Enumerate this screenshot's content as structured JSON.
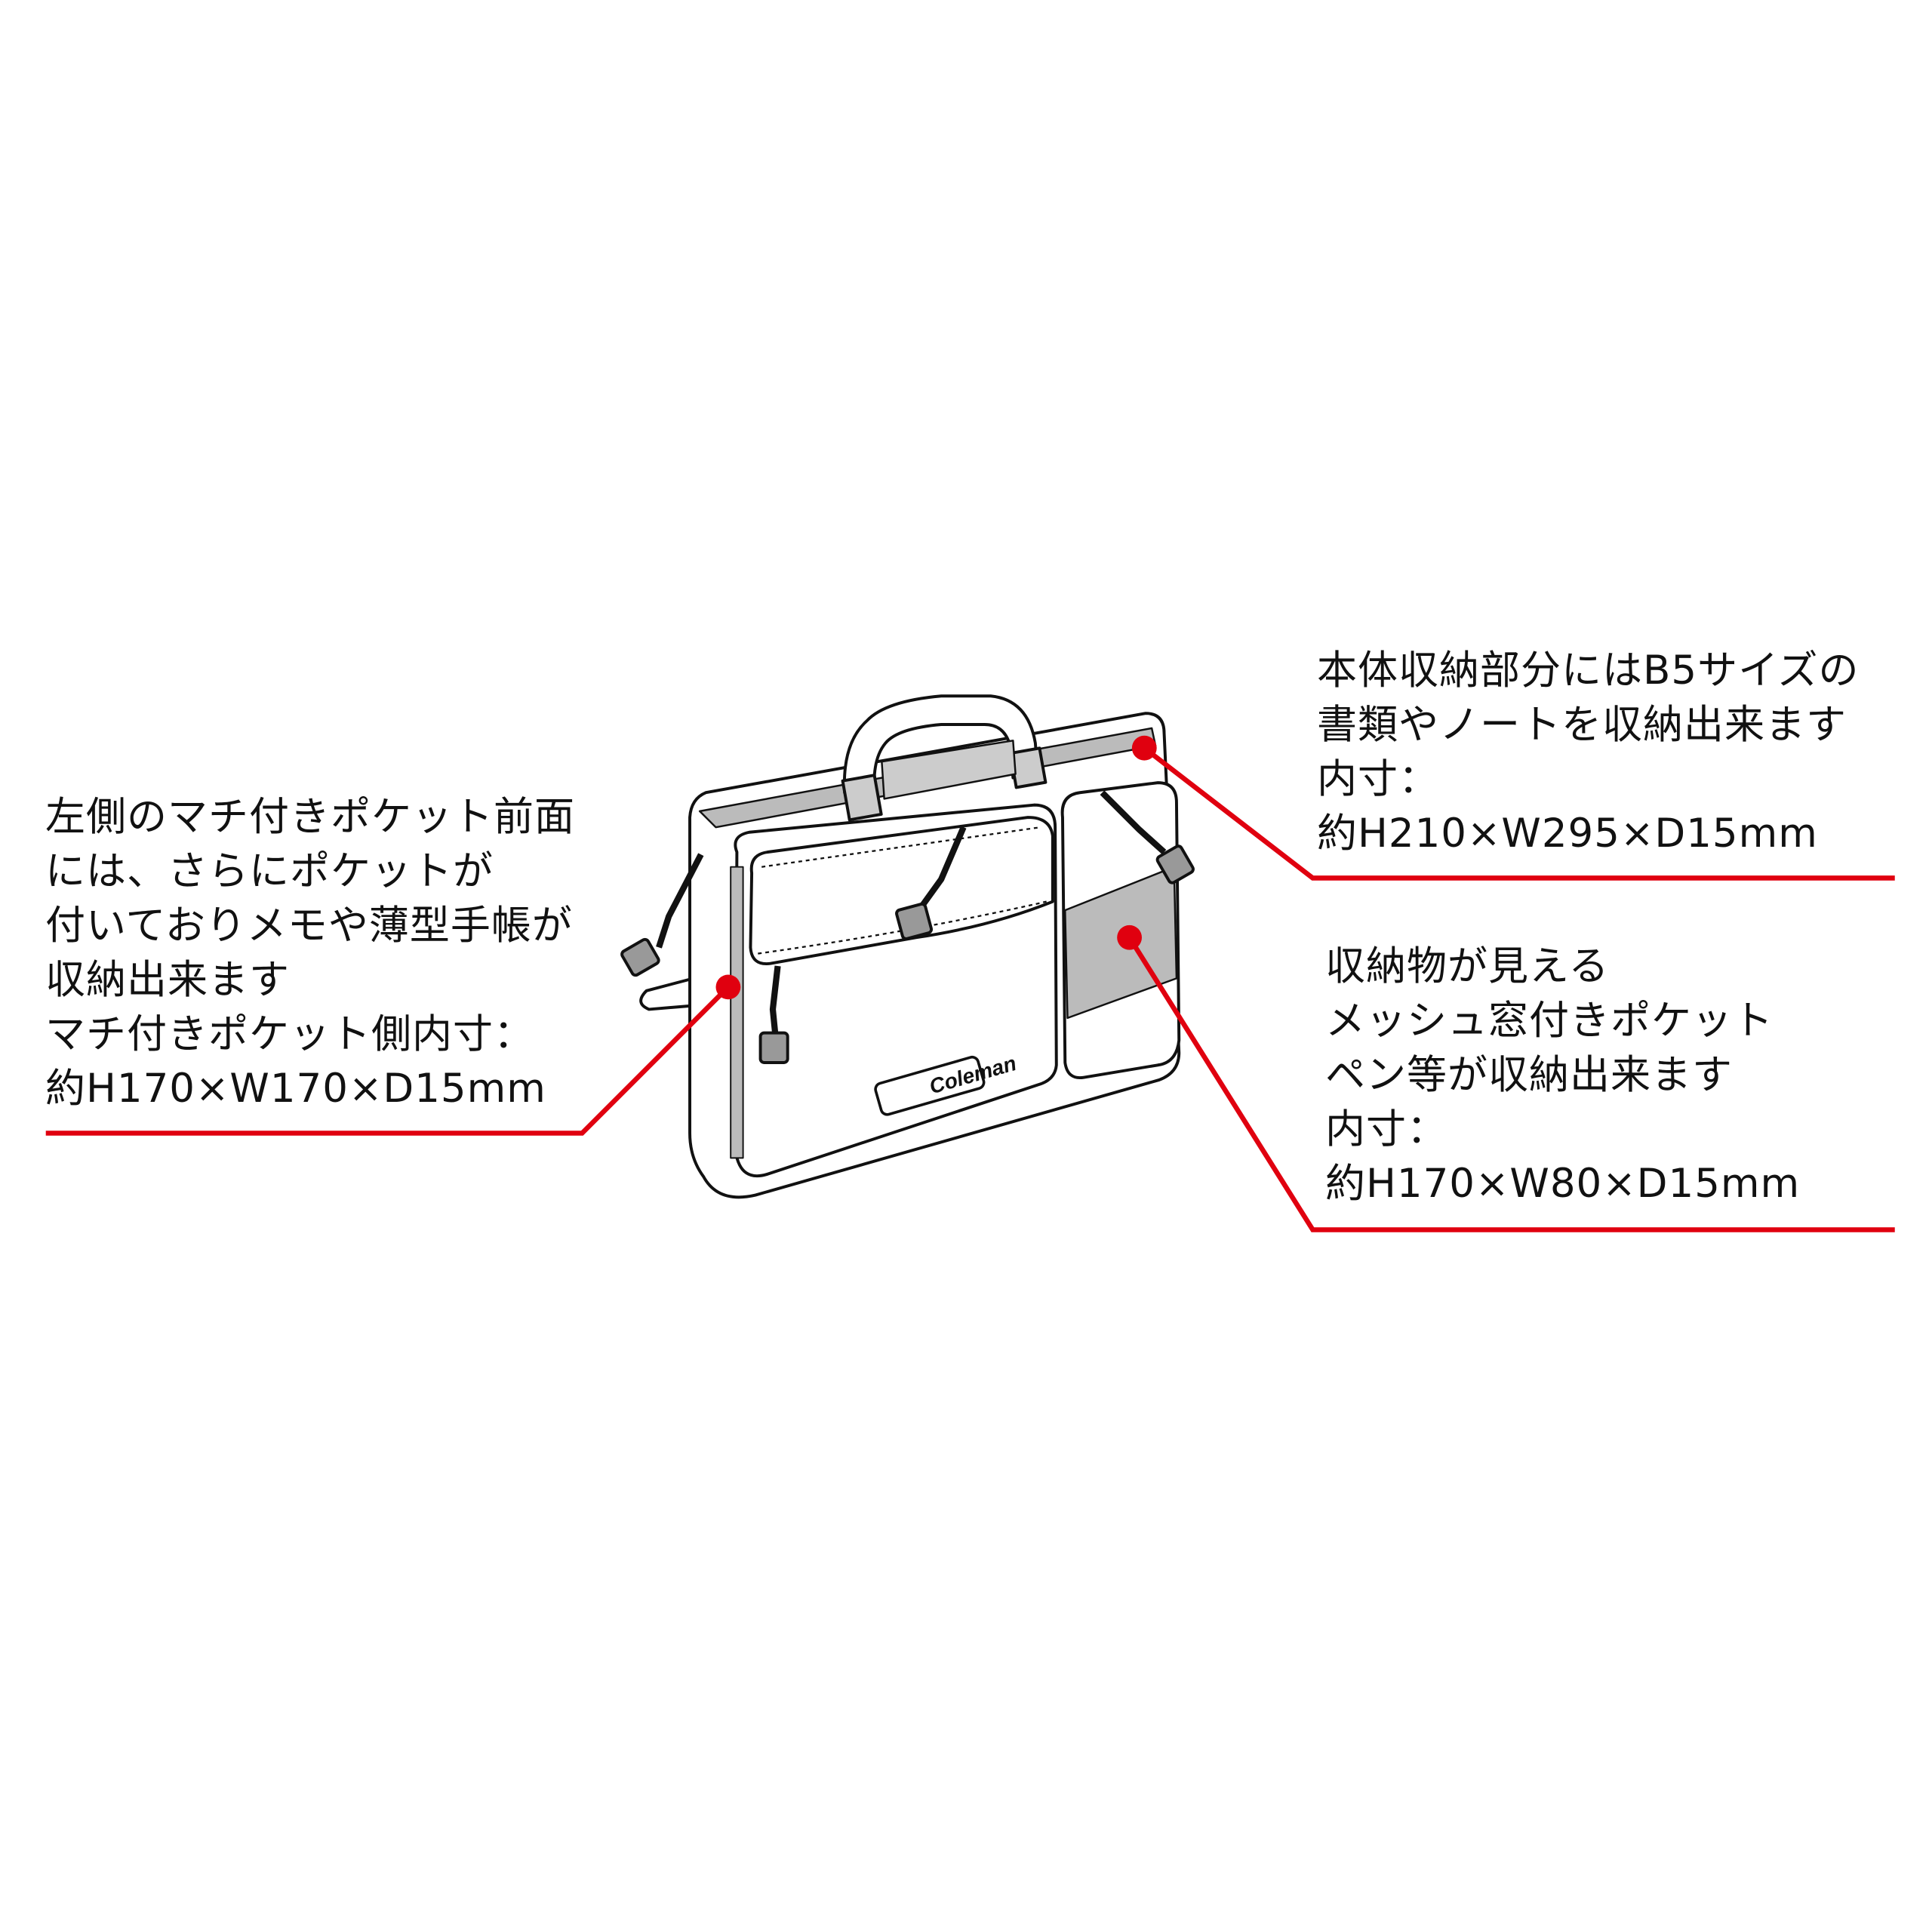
{
  "callouts": {
    "left": {
      "lines": [
        "左側のマチ付きポケット前面",
        "には、さらにポケットが",
        "付いておりメモや薄型手帳が",
        "収納出来ます",
        "マチ付きポケット側内寸：",
        "約H170×W170×D15mm"
      ]
    },
    "right_top": {
      "lines": [
        "本体収納部分にはB5サイズの",
        "書類やノートを収納出来ます",
        "内寸：",
        "約H210×W295×D15mm"
      ]
    },
    "right_bottom": {
      "lines": [
        "収納物が見える",
        "メッシュ窓付きポケット",
        "ペン等が収納出来ます",
        "内寸：",
        "約H170×W80×D15mm"
      ]
    }
  },
  "product": {
    "logo_text": "Coleman"
  },
  "colors": {
    "accent": "#e0000f",
    "line": "#111111",
    "mesh": "#b8b8b8"
  }
}
